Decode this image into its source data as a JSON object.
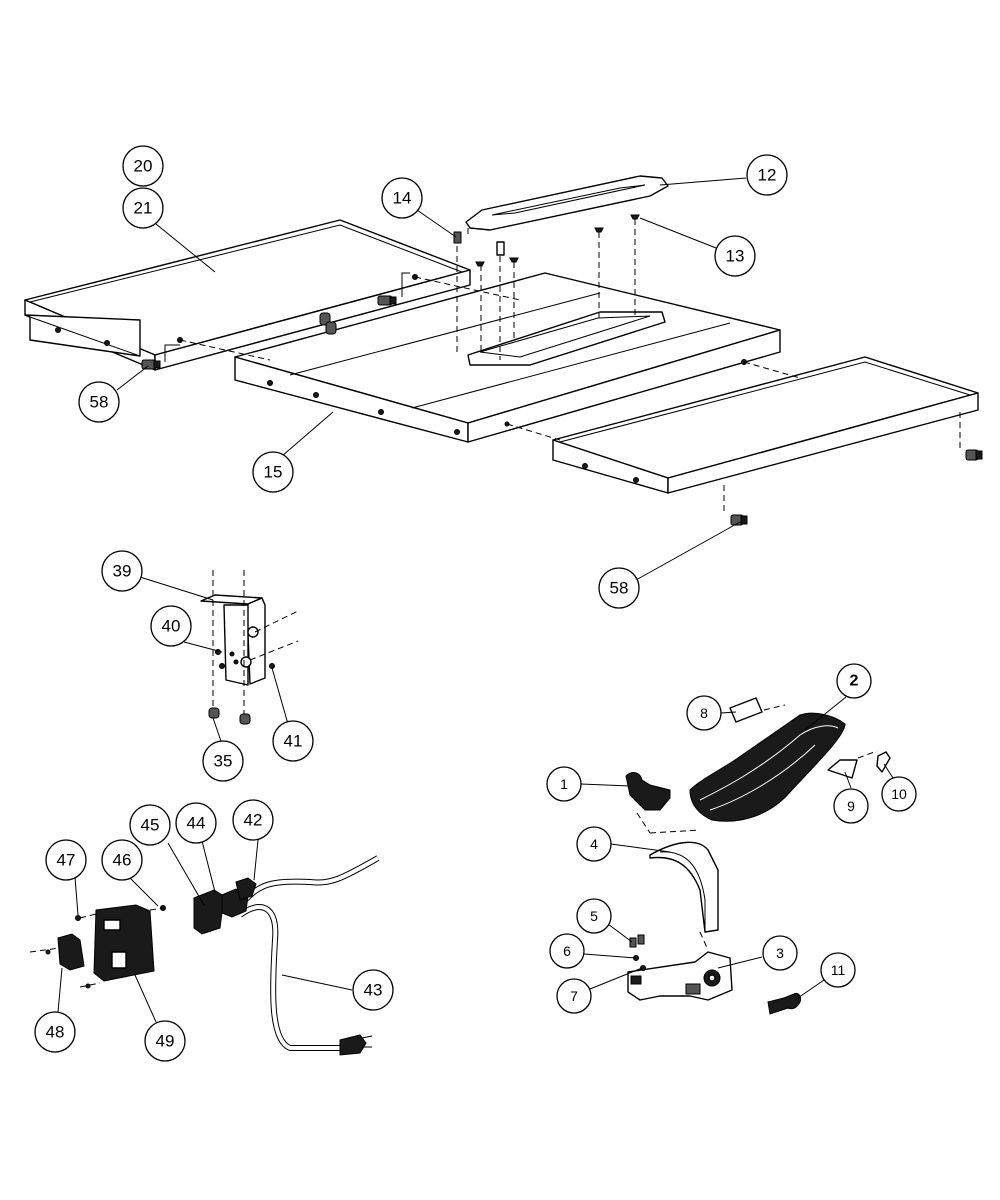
{
  "callouts": [
    {
      "id": "c20",
      "label": "20"
    },
    {
      "id": "c21",
      "label": "21"
    },
    {
      "id": "c14",
      "label": "14"
    },
    {
      "id": "c12",
      "label": "12"
    },
    {
      "id": "c13",
      "label": "13"
    },
    {
      "id": "c58a",
      "label": "58"
    },
    {
      "id": "c15",
      "label": "15"
    },
    {
      "id": "c58b",
      "label": "58"
    },
    {
      "id": "c39",
      "label": "39"
    },
    {
      "id": "c40",
      "label": "40"
    },
    {
      "id": "c35",
      "label": "35"
    },
    {
      "id": "c41",
      "label": "41"
    },
    {
      "id": "c8",
      "label": "8"
    },
    {
      "id": "c2",
      "label": "2"
    },
    {
      "id": "c1",
      "label": "1"
    },
    {
      "id": "c9",
      "label": "9"
    },
    {
      "id": "c10",
      "label": "10"
    },
    {
      "id": "c4",
      "label": "4"
    },
    {
      "id": "c5",
      "label": "5"
    },
    {
      "id": "c6",
      "label": "6"
    },
    {
      "id": "c7",
      "label": "7"
    },
    {
      "id": "c3",
      "label": "3"
    },
    {
      "id": "c11",
      "label": "11"
    },
    {
      "id": "c45",
      "label": "45"
    },
    {
      "id": "c44",
      "label": "44"
    },
    {
      "id": "c42",
      "label": "42"
    },
    {
      "id": "c47",
      "label": "47"
    },
    {
      "id": "c46",
      "label": "46"
    },
    {
      "id": "c43",
      "label": "43"
    },
    {
      "id": "c48",
      "label": "48"
    },
    {
      "id": "c49",
      "label": "49"
    }
  ]
}
